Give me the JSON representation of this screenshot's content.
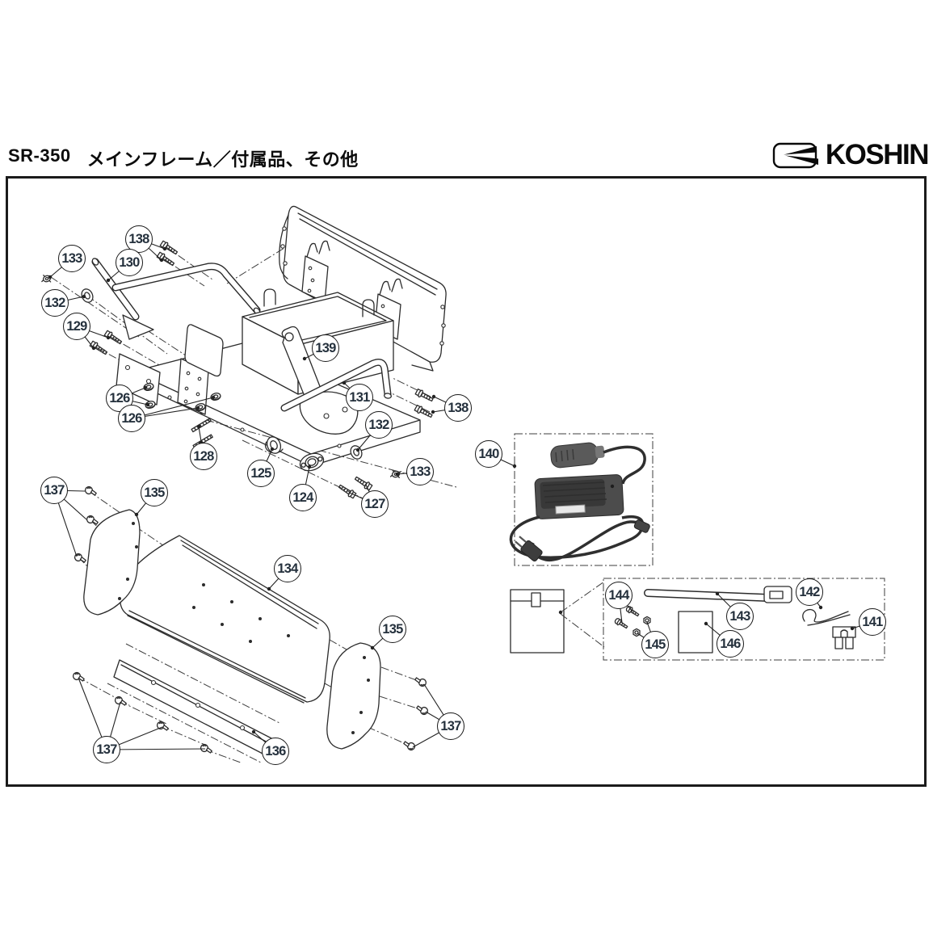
{
  "header": {
    "model": "SR-350",
    "title": "メインフレーム／付属品、その他",
    "brand": "KOSHIN"
  },
  "diagram": {
    "callouts": [
      "133",
      "138",
      "130",
      "132",
      "129",
      "126",
      "126",
      "128",
      "125",
      "124",
      "127",
      "139",
      "131",
      "132",
      "138",
      "133",
      "137",
      "135",
      "134",
      "135",
      "137",
      "136",
      "137",
      "140",
      "144",
      "145",
      "143",
      "146",
      "142",
      "141"
    ]
  }
}
